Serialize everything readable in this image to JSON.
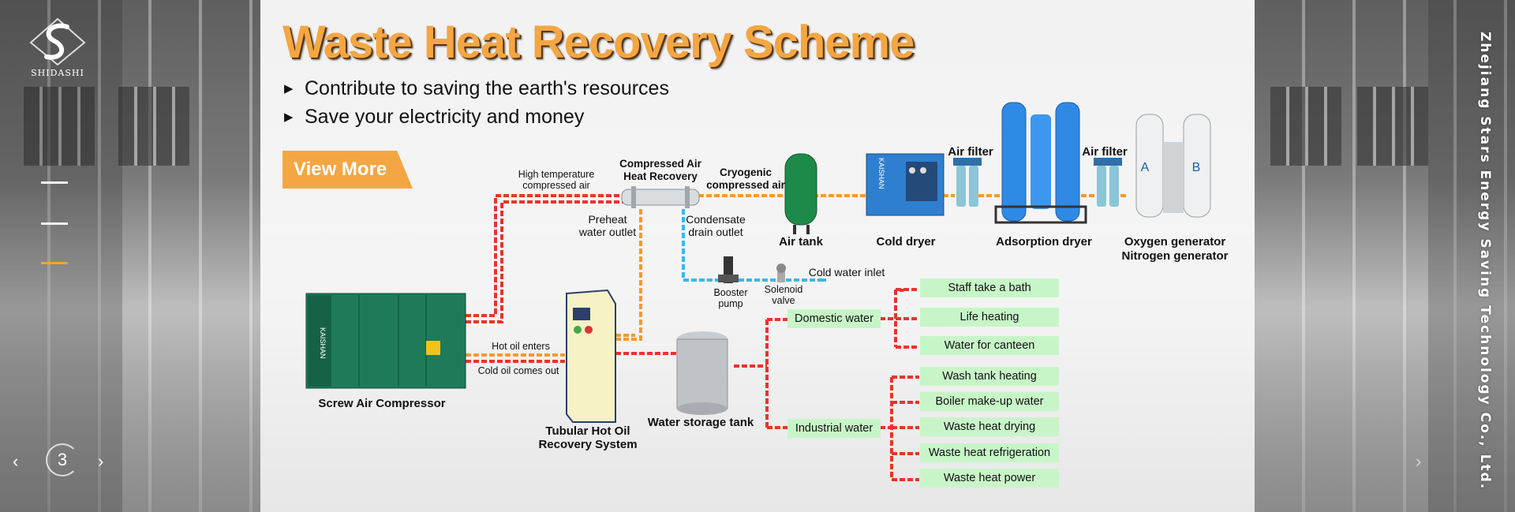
{
  "brand": {
    "logo_text": "SHIDASHI"
  },
  "headline": {
    "title": "Waste Heat Recovery Scheme",
    "bullets": [
      "Contribute to saving the earth's resources",
      "Save your electricity and money"
    ],
    "cta": "View More"
  },
  "slider": {
    "current": "3",
    "prev": "‹",
    "next": "›",
    "next_edge": "›"
  },
  "company": "Zhejiang Stars Energy Saving Technology Co., Ltd.",
  "diagram": {
    "high_temp": [
      "High temperature",
      "compressed air"
    ],
    "heat_recovery": [
      "Compressed Air",
      "Heat Recovery"
    ],
    "cryogenic": [
      "Cryogenic",
      "compressed air"
    ],
    "preheat": [
      "Preheat",
      "water outlet"
    ],
    "condensate": [
      "Condensate",
      "drain outlet"
    ],
    "air_tank": "Air tank",
    "cold_dryer": "Cold dryer",
    "air_filter_1": "Air filter",
    "air_filter_2": "Air filter",
    "adsorption_dryer": "Adsorption dryer",
    "oxygen_gen": "Oxygen generator",
    "nitrogen_gen": "Nitrogen generator",
    "tank_a": "A",
    "tank_b": "B",
    "cold_water_inlet": "Cold water inlet",
    "booster_pump": [
      "Booster",
      "pump"
    ],
    "solenoid_valve": [
      "Solenoid",
      "valve"
    ],
    "hot_oil_enters": "Hot oil enters",
    "cold_oil_out": "Cold oil comes out",
    "screw_compressor": "Screw Air Compressor",
    "hot_oil_system": [
      "Tubular Hot Oil",
      "Recovery System"
    ],
    "water_tank": "Water storage tank",
    "domestic_water": "Domestic water",
    "industrial_water": "Industrial water",
    "domestic_uses": [
      "Staff take a bath",
      "Life heating",
      "Water for canteen"
    ],
    "industrial_uses": [
      "Wash tank heating",
      "Boiler make-up water",
      "Waste heat drying",
      "Waste heat refrigeration",
      "Waste heat power"
    ],
    "compressor_brand": "KAISHAN",
    "dryer_brand": "KAISHAN"
  },
  "colors": {
    "accent": "#f4a643",
    "hot_pipe": "#e8342c",
    "oil_pipe": "#f49a2c",
    "cold_pipe": "#3fb6e8",
    "use_box": "#c8f5c8",
    "compressor": "#1f7a5a",
    "tank": "#1e8a4a",
    "dryer_blue": "#2f7fd0"
  }
}
